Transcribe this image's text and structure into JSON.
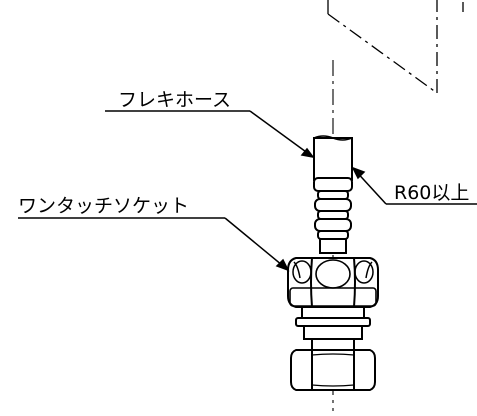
{
  "labels": {
    "flexible_hose": "フレキホース",
    "one_touch_socket": "ワンタッチソケット",
    "bend_radius": "R60以上"
  },
  "colors": {
    "line": "#000000",
    "background": "#ffffff"
  }
}
